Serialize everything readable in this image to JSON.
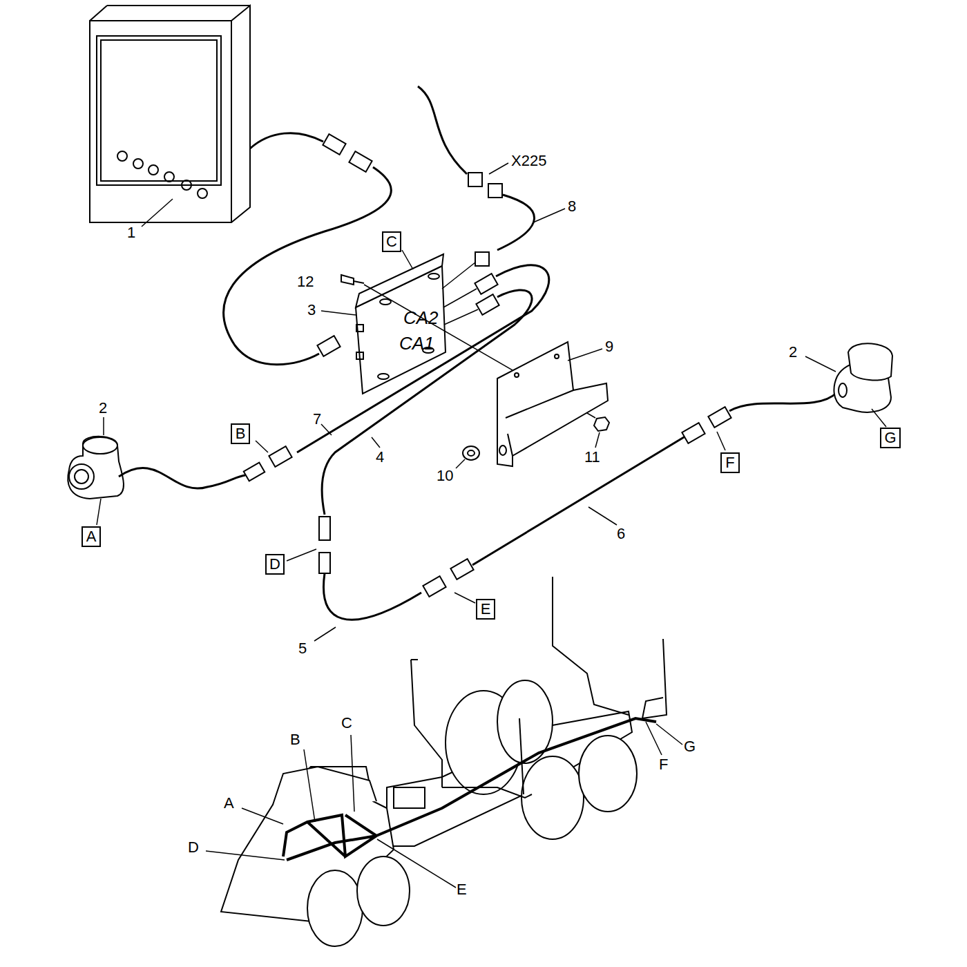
{
  "diagram": {
    "nodes": [
      {
        "text": [
          "C"
        ]
      },
      {
        "text": [
          "B"
        ]
      },
      {
        "text": [
          "G"
        ]
      },
      {
        "text": [
          "F"
        ]
      },
      {
        "text": [
          "A"
        ]
      },
      {
        "text": [
          "D"
        ]
      },
      {
        "text": [
          "E"
        ]
      }
    ],
    "labels": [
      "1",
      "X225",
      "8",
      "12",
      "3",
      "CA2",
      "CA1",
      "9",
      "2",
      "2",
      "7",
      "4",
      "10",
      "11",
      "6",
      "5",
      "C",
      "B",
      "A",
      "D",
      "E",
      "G",
      "F"
    ]
  }
}
